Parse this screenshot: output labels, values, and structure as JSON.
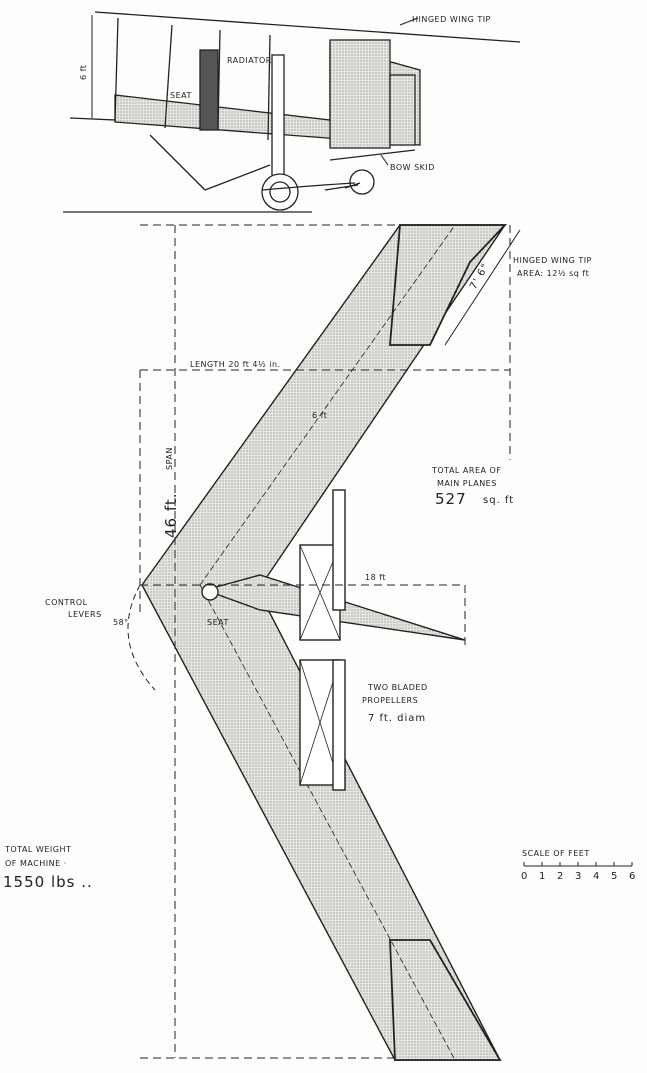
{
  "side_view": {
    "height_label": "6 ft",
    "radiator_label": "RADIATOR",
    "seat_label": "SEAT",
    "hinged_wing_tip_label": "HINGED WING TIP",
    "bow_skid_label": "BOW SKID"
  },
  "plan_view": {
    "hinged_tip_label_1": "HINGED WING TIP",
    "hinged_tip_label_2": "AREA: 12½ sq ft",
    "tip_length_label": "7' 6\"",
    "length_label": "LENGTH 20 ft 4½ in.",
    "chord_label": "6 ft",
    "span_word": "SPAN",
    "span_label": "46 ft.",
    "total_area_1": "TOTAL AREA OF",
    "total_area_2": "MAIN PLANES",
    "total_area_value": "527",
    "total_area_unit": "sq. ft",
    "fuselage_length_label": "18 ft",
    "control_levers_1": "CONTROL",
    "control_levers_2": "LEVERS",
    "seat_label": "SEAT",
    "sweep_angle": "58°",
    "propellers_1": "TWO BLADED",
    "propellers_2": "PROPELLERS",
    "propellers_3": "7 ft. diam"
  },
  "weight": {
    "line1": "TOTAL WEIGHT",
    "line2": "OF MACHINE ·",
    "value": "1550 lbs .."
  },
  "scale": {
    "title": "SCALE OF FEET",
    "ticks": [
      "0",
      "1",
      "2",
      "3",
      "4",
      "5",
      "6"
    ]
  }
}
